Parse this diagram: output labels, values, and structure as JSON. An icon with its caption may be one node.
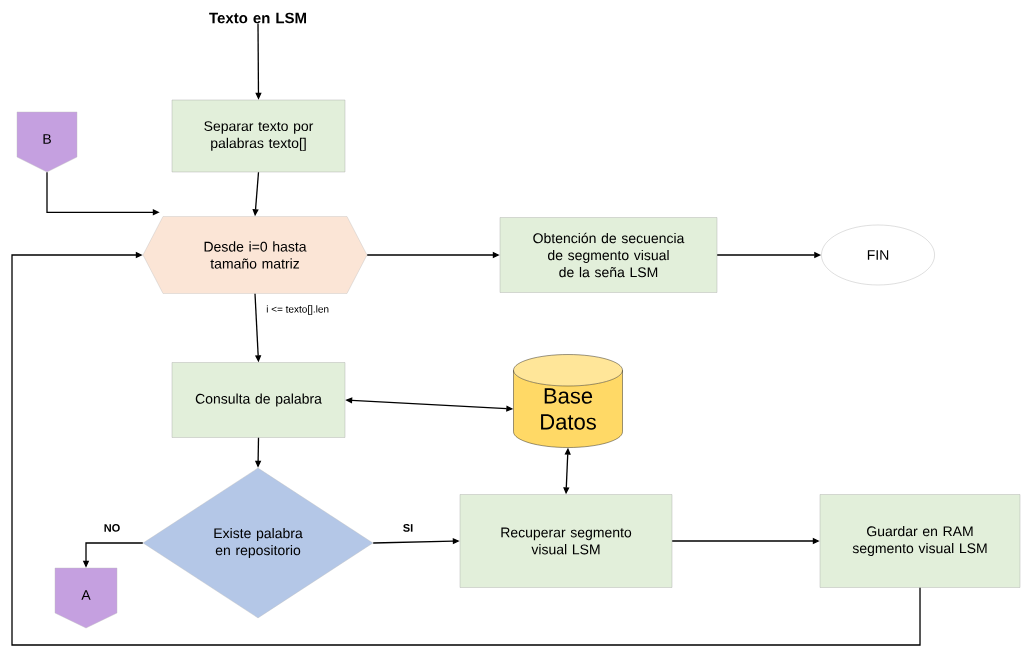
{
  "diagram": {
    "nodes": [
      {
        "text": [
          "Texto en LSM"
        ]
      },
      {
        "text": [
          "Separar texto por palabras texto[]"
        ]
      },
      {
        "text": [
          "B"
        ]
      },
      {
        "text": [
          "Desde i=0 hasta tamaño matriz"
        ]
      },
      {
        "text": [
          "Obtención de secuencia de segmento visual de la seña LSM"
        ]
      },
      {
        "text": [
          "FIN"
        ]
      },
      {
        "text": [
          "Consulta de palabra"
        ]
      },
      {
        "text": [
          "Base Datos"
        ]
      },
      {
        "text": [
          "Existe palabra en repositorio"
        ]
      },
      {
        "text": [
          "A"
        ]
      },
      {
        "text": [
          "Recuperar segmento visual LSM"
        ]
      },
      {
        "text": [
          "Guardar en RAM segmento visual LSM"
        ]
      }
    ],
    "edges": [
      {
        "from": 0,
        "to": 1,
        "arrow": "to"
      },
      {
        "from": 1,
        "to": 3,
        "arrow": "to"
      },
      {
        "from": 2,
        "to": 3,
        "arrow": "to"
      },
      {
        "from": 3,
        "to": 4,
        "arrow": "to"
      },
      {
        "from": 4,
        "to": 5,
        "arrow": "to"
      },
      {
        "from": 3,
        "to": 6,
        "arrow": "to",
        "label": "i <= texto[].len"
      },
      {
        "from": 6,
        "to": 7,
        "arrow": "both"
      },
      {
        "from": 6,
        "to": 8,
        "arrow": "to"
      },
      {
        "from": 8,
        "to": 9,
        "arrow": "to",
        "label": "NO"
      },
      {
        "from": 8,
        "to": 10,
        "arrow": "to",
        "label": "SI"
      },
      {
        "from": 7,
        "to": 10,
        "arrow": "both"
      },
      {
        "from": 10,
        "to": 11,
        "arrow": "to"
      },
      {
        "from": 11,
        "to": 3,
        "arrow": "to"
      }
    ]
  }
}
